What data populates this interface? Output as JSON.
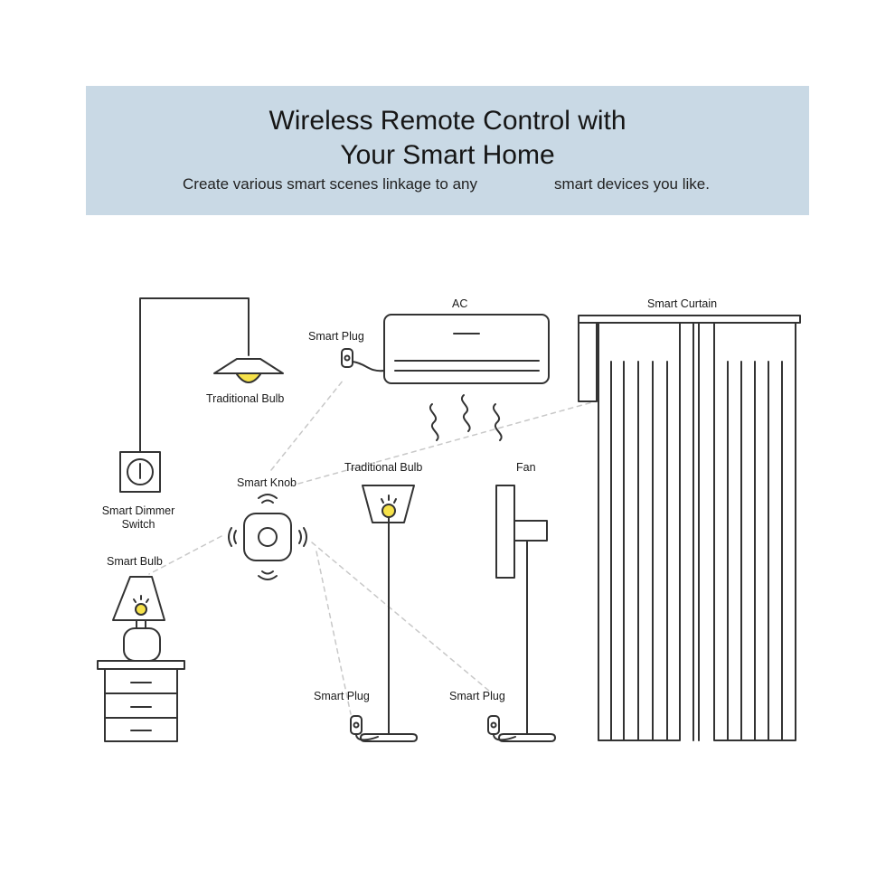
{
  "banner": {
    "title_line1": "Wireless Remote Control with",
    "title_line2": "Your Smart Home",
    "subtitle_part1": "Create various smart scenes linkage to any",
    "subtitle_part2": "smart devices you like."
  },
  "labels": {
    "ac": "AC",
    "smart_curtain": "Smart Curtain",
    "smart_plug_ac": "Smart Plug",
    "traditional_bulb_ceiling": "Traditional Bulb",
    "smart_knob": "Smart Knob",
    "traditional_bulb_floor": "Traditional Bulb",
    "fan": "Fan",
    "smart_dimmer_line1": "Smart Dimmer",
    "smart_dimmer_line2": "Switch",
    "smart_bulb": "Smart Bulb",
    "smart_plug_lamp": "Smart Plug",
    "smart_plug_fan": "Smart Plug"
  },
  "colors": {
    "banner_bg": "#c9d9e5",
    "line": "#333333",
    "bulb": "#f6e24a",
    "dashed": "#c8c8c8"
  },
  "icons": [
    "pendant-lamp-icon",
    "air-conditioner-icon",
    "curtain-icon",
    "dimmer-switch-icon",
    "smart-knob-icon",
    "floor-lamp-icon",
    "fan-icon",
    "table-lamp-icon",
    "nightstand-icon",
    "smart-plug-icon"
  ]
}
